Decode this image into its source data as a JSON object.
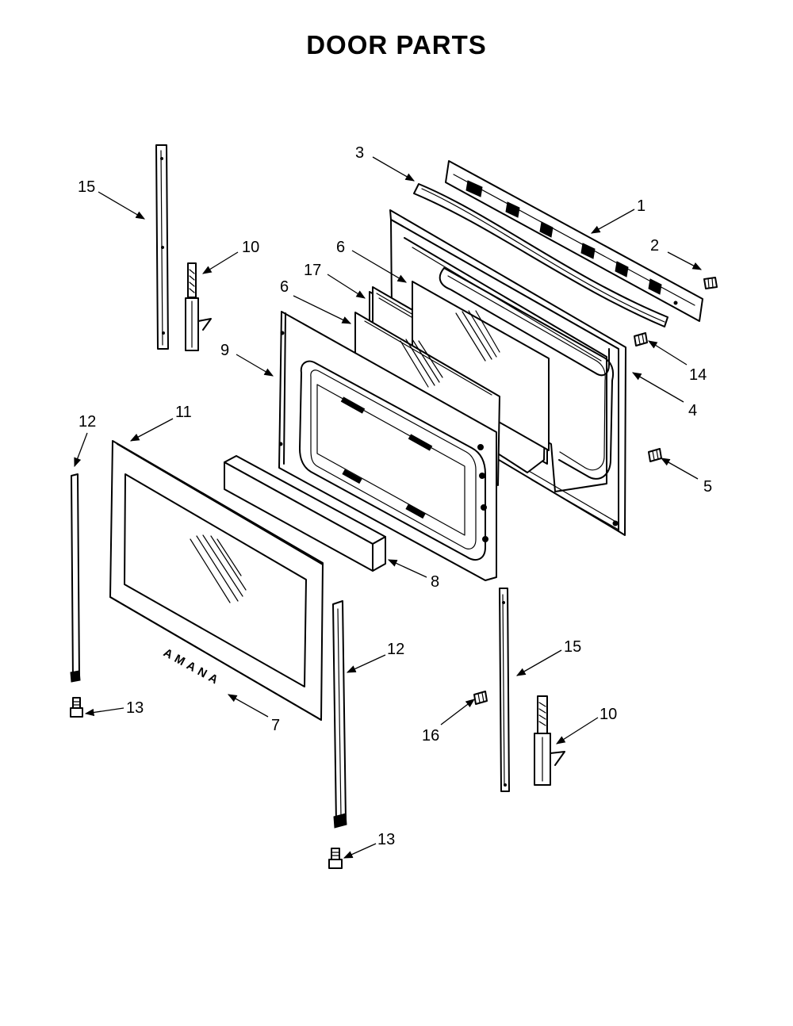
{
  "title": "DOOR PARTS",
  "brand_lettering": "AMANA",
  "callouts": [
    {
      "id": "c1",
      "label": "1"
    },
    {
      "id": "c2",
      "label": "2"
    },
    {
      "id": "c3",
      "label": "3"
    },
    {
      "id": "c4",
      "label": "4"
    },
    {
      "id": "c5",
      "label": "5"
    },
    {
      "id": "c6a",
      "label": "6"
    },
    {
      "id": "c6b",
      "label": "6"
    },
    {
      "id": "c7",
      "label": "7"
    },
    {
      "id": "c8",
      "label": "8"
    },
    {
      "id": "c9",
      "label": "9"
    },
    {
      "id": "c10a",
      "label": "10"
    },
    {
      "id": "c10b",
      "label": "10"
    },
    {
      "id": "c11",
      "label": "11"
    },
    {
      "id": "c12a",
      "label": "12"
    },
    {
      "id": "c12b",
      "label": "12"
    },
    {
      "id": "c13a",
      "label": "13"
    },
    {
      "id": "c13b",
      "label": "13"
    },
    {
      "id": "c14",
      "label": "14"
    },
    {
      "id": "c15a",
      "label": "15"
    },
    {
      "id": "c15b",
      "label": "15"
    },
    {
      "id": "c16",
      "label": "16"
    },
    {
      "id": "c17",
      "label": "17"
    }
  ]
}
